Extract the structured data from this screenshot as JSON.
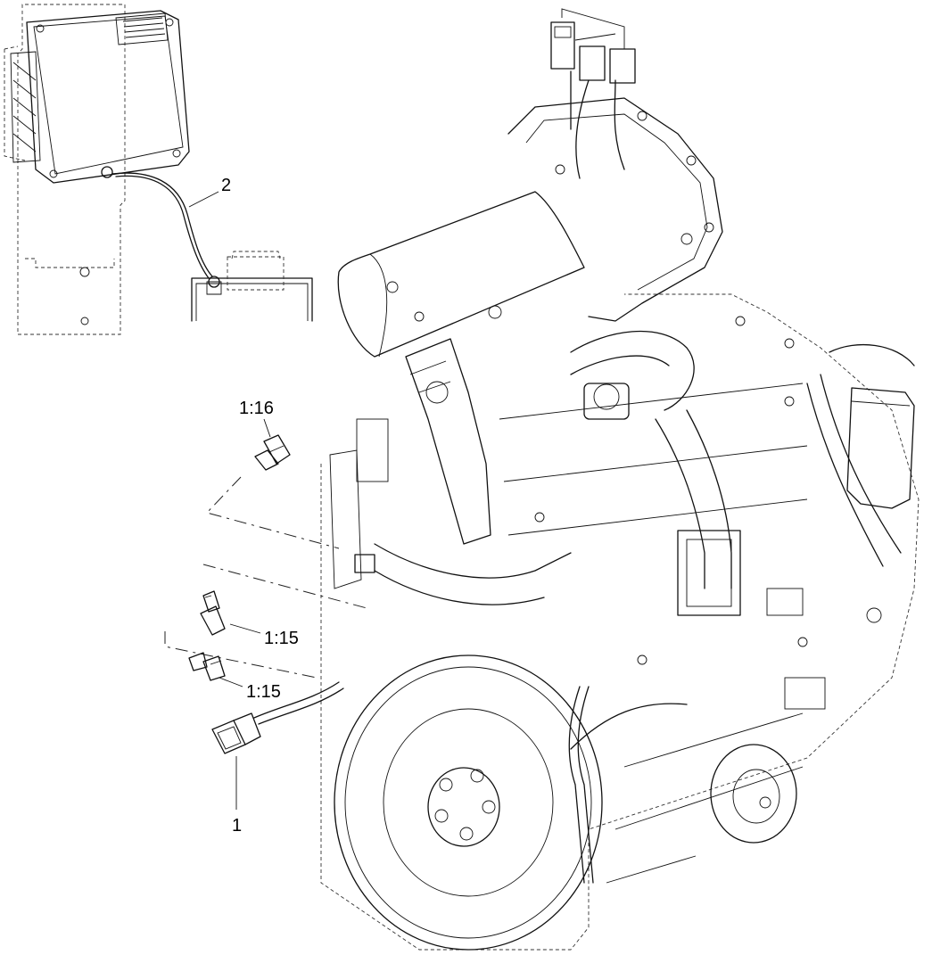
{
  "callouts": {
    "c1": "1",
    "c2": "2",
    "c116": "1:16",
    "c115a": "1:15",
    "c115b": "1:15"
  }
}
